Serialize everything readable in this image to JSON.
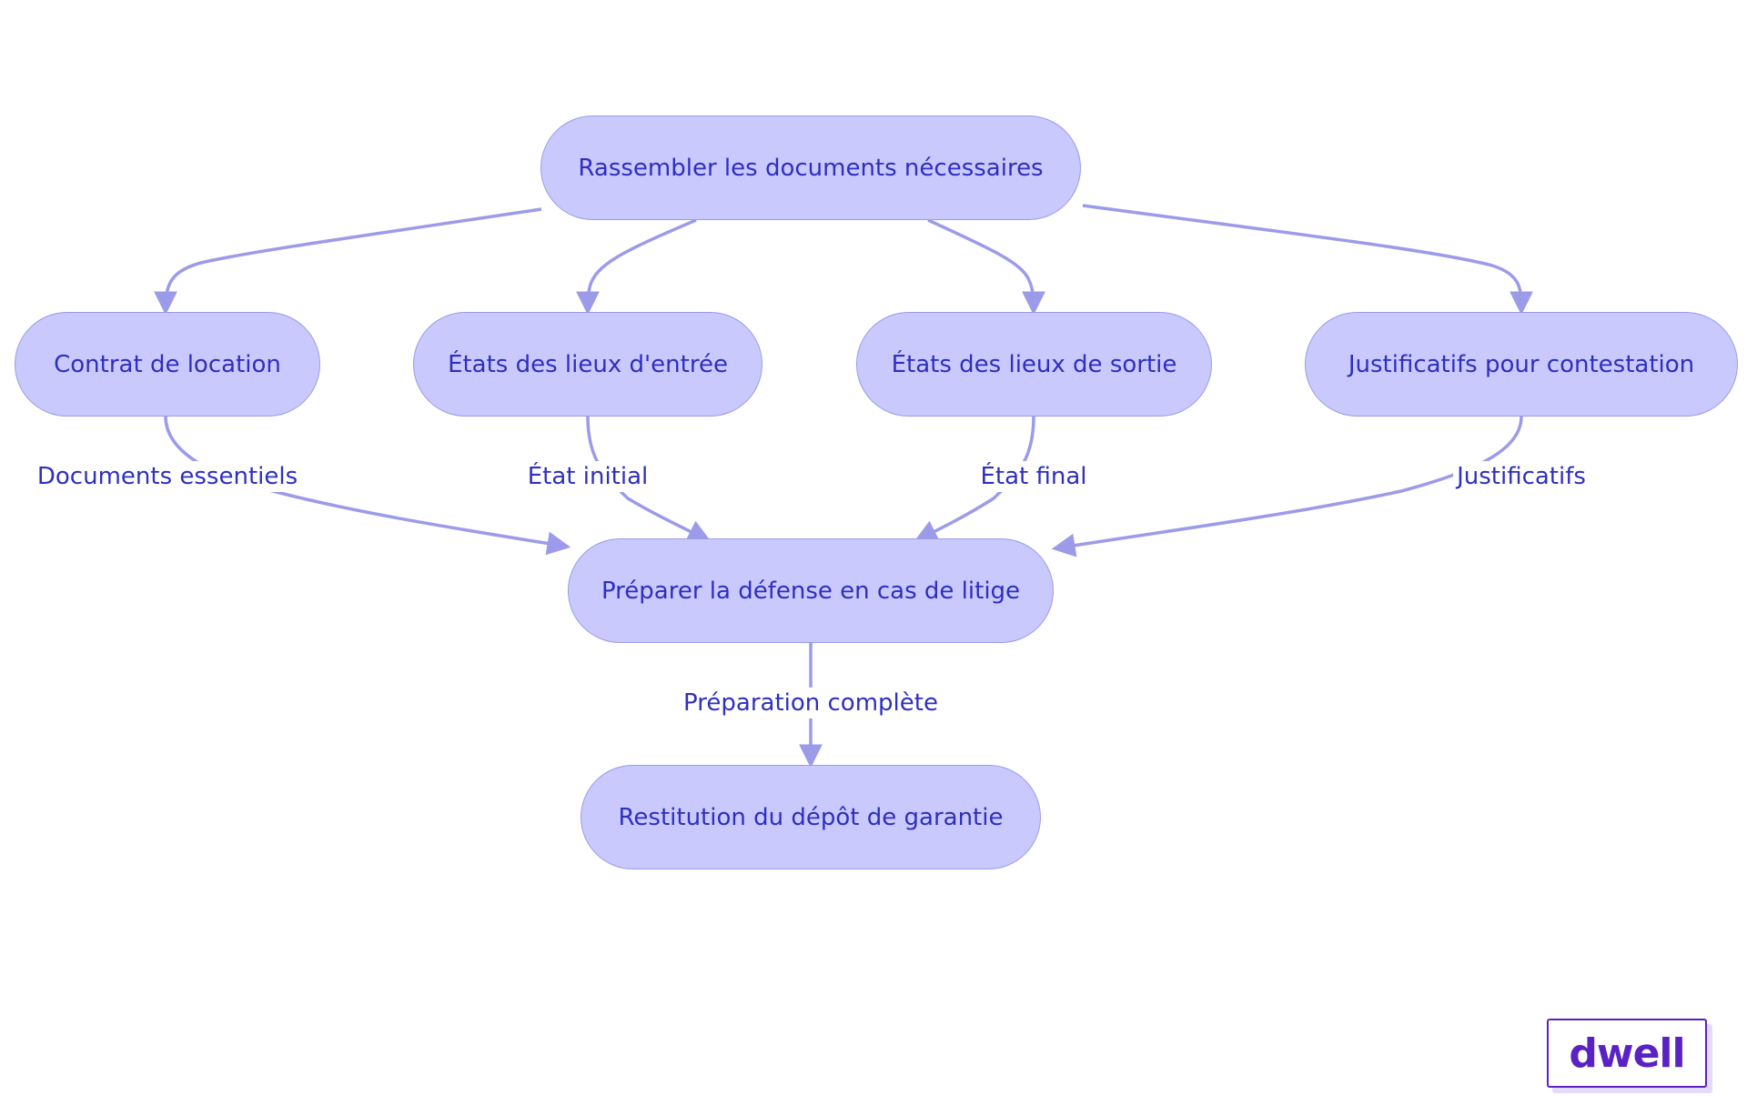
{
  "diagram": {
    "nodes": {
      "root": "Rassembler les documents nécessaires",
      "contrat": "Contrat de location",
      "entree": "États des lieux d'entrée",
      "sortie": "États des lieux de sortie",
      "justificatifs": "Justificatifs pour contestation",
      "defense": "Préparer la défense en cas de litige",
      "restitution": "Restitution du dépôt de garantie"
    },
    "edge_labels": {
      "contrat_defense": "Documents essentiels",
      "entree_defense": "État initial",
      "sortie_defense": "État final",
      "justificatifs_defense": "Justificatifs",
      "defense_restitution": "Préparation complète"
    },
    "colors": {
      "node_fill": "#c9c9fd",
      "node_border": "#9b9bea",
      "text": "#2f2fc0",
      "edge": "#9b9bea"
    }
  },
  "logo": {
    "text": "dwell",
    "color": "#5a22c4"
  }
}
